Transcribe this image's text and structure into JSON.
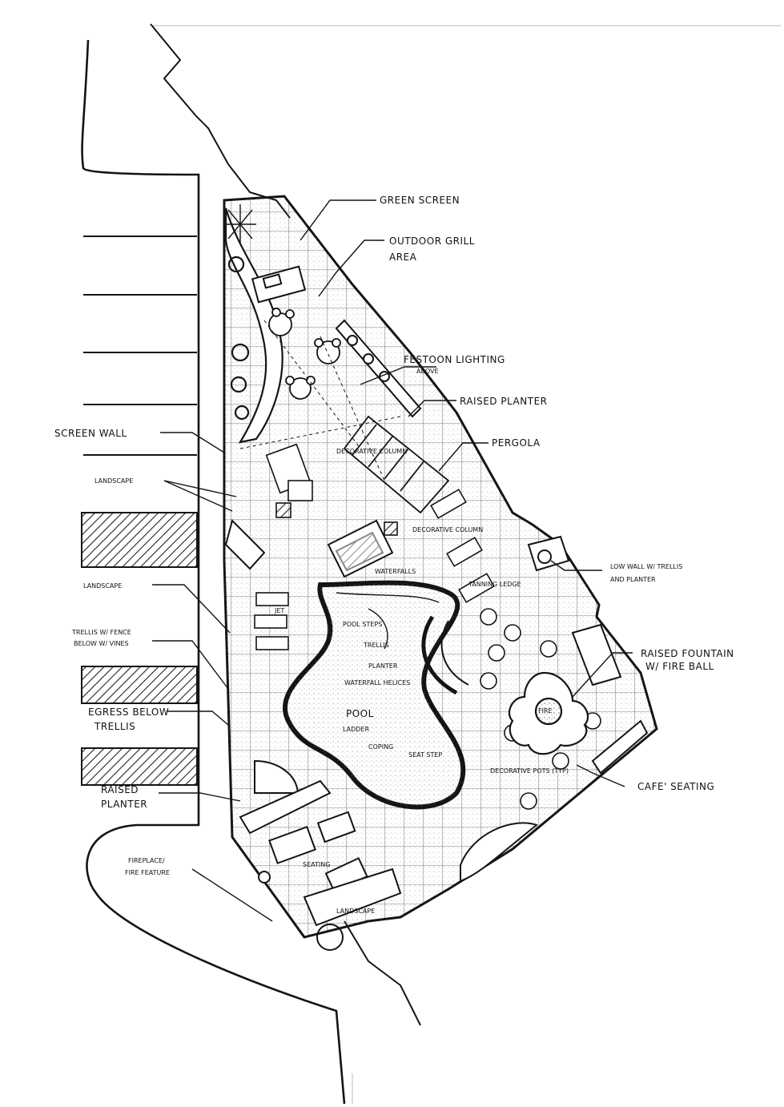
{
  "colors": {
    "ink": "#141414",
    "paper": "#ffffff",
    "hatch": "#2a2a2a"
  },
  "callouts": {
    "green_screen": "GREEN SCREEN",
    "outdoor_grill_1": "OUTDOOR GRILL",
    "outdoor_grill_2": "AREA",
    "festoon_1": "FESTOON LIGHTING",
    "festoon_2": "ABOVE",
    "raised_planter_right": "RAISED PLANTER",
    "pergola": "PERGOLA",
    "screen_wall": "SCREEN WALL",
    "landscape_1": "LANDSCAPE",
    "landscape_2": "LANDSCAPE",
    "trellis_fence_1": "TRELLIS W/ FENCE",
    "trellis_fence_2": "BELOW W/ VINES",
    "egress_1": "EGRESS BELOW",
    "egress_2": "TRELLIS",
    "raised_planter_left_1": "RAISED",
    "raised_planter_left_2": "PLANTER",
    "fireplace_1": "FIREPLACE/",
    "fireplace_2": "FIRE FEATURE",
    "low_wall_1": "LOW WALL W/ TRELLIS",
    "low_wall_2": "AND PLANTER",
    "raised_fountain_1": "RAISED FOUNTAIN",
    "raised_fountain_2": "W/ FIRE BALL",
    "cafe_seating": "CAFE' SEATING"
  },
  "plan_labels": {
    "decorative_column_1": "DECORATIVE COLUMN",
    "decorative_column_2": "DECORATIVE COLUMN",
    "waterfalls": "WATERFALLS",
    "tanning_ledge": "TANNING LEDGE",
    "spa_jet": "JET",
    "pool": "POOL",
    "trellis": "TRELLIS",
    "planter": "PLANTER",
    "waterfall_helices": "WATERFALL HELICES",
    "coping": "COPING",
    "seat_step": "SEAT STEP",
    "ladder": "LADDER",
    "pool_steps": "POOL STEPS",
    "decorative_pots": "DECORATIVE POTS (TYP)",
    "seating": "SEATING",
    "fire_feature": "FIRE",
    "landscape_bottom": "LANDSCAPE"
  }
}
